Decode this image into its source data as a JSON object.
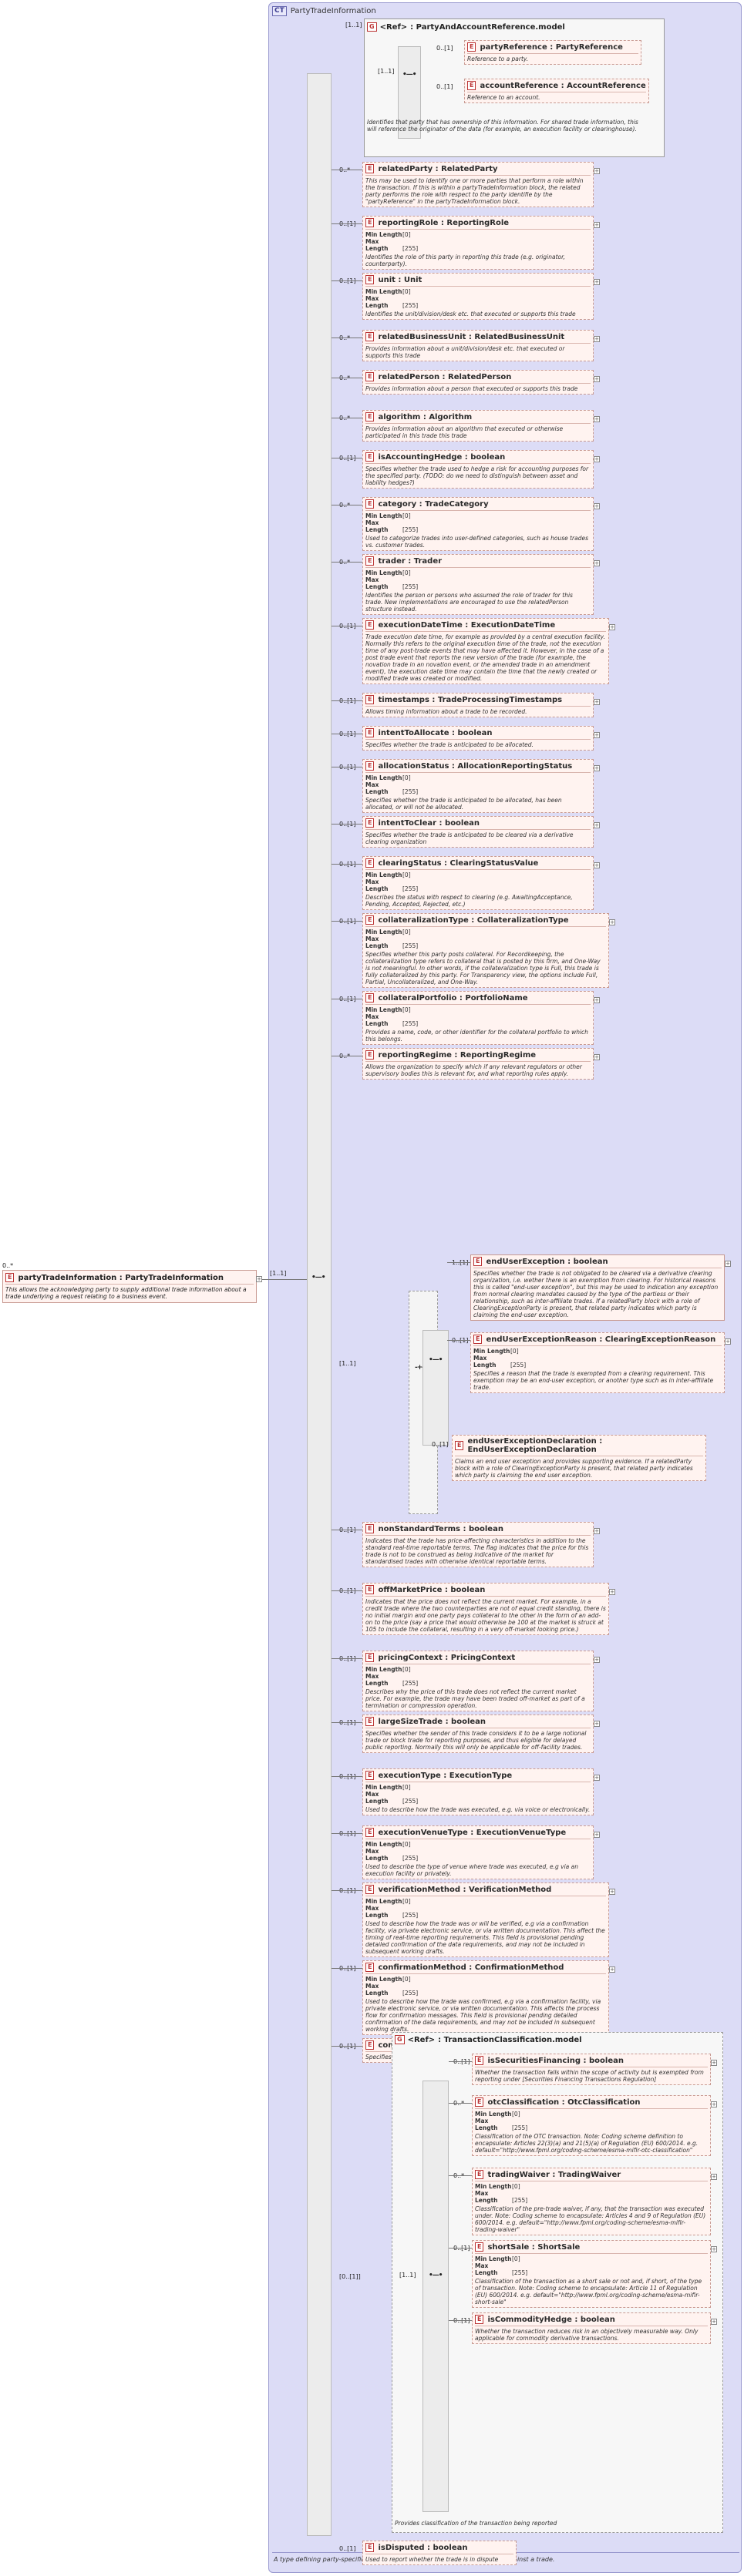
{
  "root": {
    "cardinality": "0..*",
    "name": "partyTradeInformation : PartyTradeInformation",
    "doc": "This allows the acknowledging party to supply additional trade information about a trade underlying a request relating to a business event."
  },
  "complex_type": {
    "badge": "CT",
    "title": "PartyTradeInformation",
    "footer": "A type defining party-specific additional information that may be recorded against a trade."
  },
  "ref_group": {
    "badge": "<Ref>",
    "name": ": PartyAndAccountReference.model",
    "card": "[1..1]",
    "doc": "Identifies that party that has ownership of this information. For shared trade information, this will reference the originator of the data (for example, an execution facility or clearinghouse).",
    "items": [
      {
        "card": "0..[1]",
        "name": "partyReference : PartyReference",
        "doc": "Reference to a party."
      },
      {
        "card": "0..[1]",
        "name": "accountReference : AccountReference",
        "doc": "Reference to an account."
      }
    ]
  },
  "labels": {
    "min_length": "Min Length",
    "max_length": "Max Length",
    "min_val": "[0]",
    "max_val": "[255]",
    "choice_card": "[1..1]",
    "seq_card": "[1..1]"
  },
  "elements": [
    {
      "card": "0..*",
      "name": "relatedParty : RelatedParty",
      "doc": "This may be used to identify one or more parties that perform a role within the transaction. If this is within a partyTradeInformation block, the related party performs the role with respect to the party identifie by the \"partyReference\" in the partyTradeInformation block.",
      "facets": false
    },
    {
      "card": "0..[1]",
      "name": "reportingRole : ReportingRole",
      "doc": "Identifies the role of this party in reporting this trade (e.g. originator, counterparty).",
      "facets": true
    },
    {
      "card": "0..[1]",
      "name": "unit       : Unit",
      "doc": "Identifies the unit/division/desk etc. that executed or supports this trade",
      "facets": true
    },
    {
      "card": "0..*",
      "name": "relatedBusinessUnit : RelatedBusinessUnit",
      "doc": "Provides information about a unit/division/desk etc. that executed or supports this trade",
      "facets": false
    },
    {
      "card": "0..*",
      "name": "relatedPerson : RelatedPerson",
      "doc": "Provides information about a person that executed or supports this trade",
      "facets": false
    },
    {
      "card": "0..*",
      "name": "algorithm : Algorithm",
      "doc": "Provides information about an algorithm that executed or otherwise participated in this trade this trade",
      "facets": false
    },
    {
      "card": "0..[1]",
      "name": "isAccountingHedge : boolean",
      "doc": "Specifies whether the trade used to hedge a risk for accounting purposes for the specified party. (TODO: do we need to distinguish between asset and liability hedges?)",
      "facets": false
    },
    {
      "card": "0..*",
      "name": "category : TradeCategory",
      "doc": "Used to categorize trades into user-defined categories, such as house trades vs. customer trades.",
      "facets": true
    },
    {
      "card": "0..*",
      "name": "trader      : Trader",
      "doc": "Identifies the person or persons who assumed the role of trader for this trade. New implementations are encouraged to use the relatedPerson structure instead.",
      "facets": true
    },
    {
      "card": "0..[1]",
      "name": "executionDateTime : ExecutionDateTime",
      "doc": "Trade execution date time, for example as provided by a central execution facility. Normally this refers to the original execution time of the trade, not the execution time of any post-trade events that may have affected it. However, in the case of a post trade event that reports the new version of the trade (for example, the novation trade in an novation event, or the amended trade in an amendment event), the execution date time may contain the time that the newly created or modified trade was created or modified.",
      "facets": false
    },
    {
      "card": "0..[1]",
      "name": "timestamps : TradeProcessingTimestamps",
      "doc": "Allows timing information about a trade to be recorded.",
      "facets": false
    },
    {
      "card": "0..[1]",
      "name": "intentToAllocate : boolean",
      "doc": "Specifies whether the trade is anticipated to be allocated.",
      "facets": false
    },
    {
      "card": "0..[1]",
      "name": "allocationStatus : AllocationReportingStatus",
      "doc": "Specifies whether the trade is anticipated to be allocated, has been allocated, or will not be allocated.",
      "facets": true
    },
    {
      "card": "0..[1]",
      "name": "intentToClear : boolean",
      "doc": "Specifies whether the trade is anticipated to be cleared via a derivative clearing organization",
      "facets": false
    },
    {
      "card": "0..[1]",
      "name": "clearingStatus : ClearingStatusValue",
      "doc": "Describes the status with respect to clearing (e.g. AwaitingAcceptance, Pending, Accepted, Rejected, etc.)",
      "facets": true
    },
    {
      "card": "0..[1]",
      "name": "collateralizationType : CollateralizationType",
      "doc": "Specifies whether this party posts collateral. For Recordkeeping, the collateralization type refers to collateral that is posted by this firm, and One-Way is not meaningful. In other words, if the collateralization type is Full, this trade is fully collateralized by this party. For Transparency view, the options include Full, Partial, Uncollateralized, and One-Way.",
      "facets": true
    },
    {
      "card": "0..[1]",
      "name": "collateralPortfolio : PortfolioName",
      "doc": "Provides a name, code, or other identifier for the collateral portfolio to which this belongs.",
      "facets": true
    },
    {
      "card": "0..*",
      "name": "reportingRegime : ReportingRegime",
      "doc": "Allows the organization to specify which if any relevant regulators or other supervisory bodies this is relevant for, and what reporting rules apply.",
      "facets": false
    }
  ],
  "choice_items": [
    {
      "card": "1..[1]",
      "name": "endUserException : boolean",
      "doc": "Specifies whether the trade is not obligated to be cleared via a derivative clearing organization, i.e. wether there is an exemption from clearing. For historical reasons this is called \"end-user exception\", but this may be used to indication any exception from normal clearing mandates caused by the type of the partiess or their relationship, such as inter-affiliate trades. If a relatedParty block with a role of ClearingExceptionParty is present, that related party indicates which party is claiming the end-user exception.",
      "facets": false
    },
    {
      "card": "0..[1]",
      "name": "endUserExceptionReason : ClearingExceptionReason",
      "doc": "Specifies a reason that the trade is exempted from a clearing requirement. This exemption may be an end-user exception, or another type such as in inter-affiliate trade.",
      "facets": true
    }
  ],
  "choice_decl": {
    "card": "0..[1]",
    "name": "endUserExceptionDeclaration : EndUserExceptionDeclaration",
    "doc": "Claims an end user exception and provides supporting evidence. If a relatedParty block with a role of ClearingExceptionParty is present, that related party indicates which party is claiming the end user exception."
  },
  "elements2": [
    {
      "card": "0..[1]",
      "name": "nonStandardTerms : boolean",
      "doc": "Indicates that the trade has price-affecting characteristics in addition to the standard real-time reportable terms. The flag indicates that the price for this trade is not to be construed as being indicative of the market for standardised trades with otherwise identical reportable terms.",
      "facets": false
    },
    {
      "card": "0..[1]",
      "name": "offMarketPrice : boolean",
      "doc": "Indicates that the price does not reflect the current market. For example, in a credit trade where the two counterparties are not of equal credit standing, there is no initial margin and one party pays collateral to the other in the form of an add-on to the price (say a price that would otherwise be 100 at the market is struck at 105 to include the collateral, resulting in a very off-market looking price.)",
      "facets": false
    },
    {
      "card": "0..[1]",
      "name": "pricingContext : PricingContext",
      "doc": "Describes why the price of this trade does not reflect the current market price. For example, the trade may have been traded off-market as part of a termination or compression operation.",
      "facets": true
    },
    {
      "card": "0..[1]",
      "name": "largeSizeTrade : boolean",
      "doc": "Specifies whether the sender of this trade considers it to be a large notional trade or block trade for reporting purposes, and thus eligible for delayed public reporting. Normally this will only be applicable for off-facility trades.",
      "facets": false
    },
    {
      "card": "0..[1]",
      "name": "executionType : ExecutionType",
      "doc": "Used to describe how the trade was executed, e.g. via voice or electronically.",
      "facets": true
    },
    {
      "card": "0..[1]",
      "name": "executionVenueType : ExecutionVenueType",
      "doc": "Used to describe the type of venue where trade was executed, e.g via an execution facility or privately.",
      "facets": true
    },
    {
      "card": "0..[1]",
      "name": "verificationMethod : VerificationMethod",
      "doc": "Used to describe how the trade was or will be verified, e.g via a confirmation facility, via private electronic service, or via written documentation. This affect the timing of real-time reporting requirements. This field is provisional pending detailed confirmation of the data requirements, and may not be included in subsequent working drafts.",
      "facets": true
    },
    {
      "card": "0..[1]",
      "name": "confirmationMethod : ConfirmationMethod",
      "doc": "Used to describe how the trade was confirmed, e.g via a confirmation facility, via private electronic service, or via written documentation. This affects the process flow for confirmation messages. This field is provisional pending detailed confirmation of the data requirements, and may not be included in subsequent working drafts.",
      "facets": true
    },
    {
      "card": "0..[1]",
      "name": "compressedTrade : boolean",
      "doc": "Specifies whether this trade is the result of compression activity.",
      "facets": false
    }
  ],
  "tc_group": {
    "badge": "<Ref>",
    "name": ": TransactionClassification.model",
    "card": "[0..[1]]",
    "doc": "Provides classification of the transaction being reported",
    "items": [
      {
        "card": "0..[1]",
        "name": "isSecuritiesFinancing : boolean",
        "doc": "Whether the transaction falls within the scope of activity but is exempted from reporting under [Securities Financing Transactions Regulation]",
        "facets": false
      },
      {
        "card": "0..*",
        "name": "otcClassification : OtcClassification",
        "doc": "Classification of the OTC transaction. Note: Coding scheme definition to encapsulate: Articles 22(3)(a) and 21(5)(a) of Regulation (EU) 600/2014. e.g. default=\"http://www.fpml.org/coding-scheme/esma-mifir-otc-classification\"",
        "facets": true
      },
      {
        "card": "0..*",
        "name": "tradingWaiver : TradingWaiver",
        "doc": "Classification of the pre-trade waiver, if any, that the transaction was executed under. Note: Coding scheme to encapsulate: Articles 4 and 9 of Regulation (EU) 600/2014. e.g. default=\"http://www.fpml.org/coding-scheme/esma-mifir-trading-waiver\"",
        "facets": true
      },
      {
        "card": "0..[1]",
        "name": "shortSale : ShortSale",
        "doc": "Classification of the transaction as a short sale or not and, if short, of the type of transaction. Note: Coding scheme to encapsulate: Article 11 of Regulation (EU) 600/2014. e.g. default=\"http://www.fpml.org/coding-scheme/esma-mifir-short-sale\"",
        "facets": true
      },
      {
        "card": "0..[1]",
        "name": "isCommodityHedge : boolean",
        "doc": "Whether the transaction reduces risk in an objectively measurable way. Only applicable for commodity derivative transactions.",
        "facets": false
      }
    ]
  },
  "last": {
    "card": "0..[1]",
    "name": "isDisputed : boolean",
    "doc": "Used to report whether the trade is in dispute"
  }
}
